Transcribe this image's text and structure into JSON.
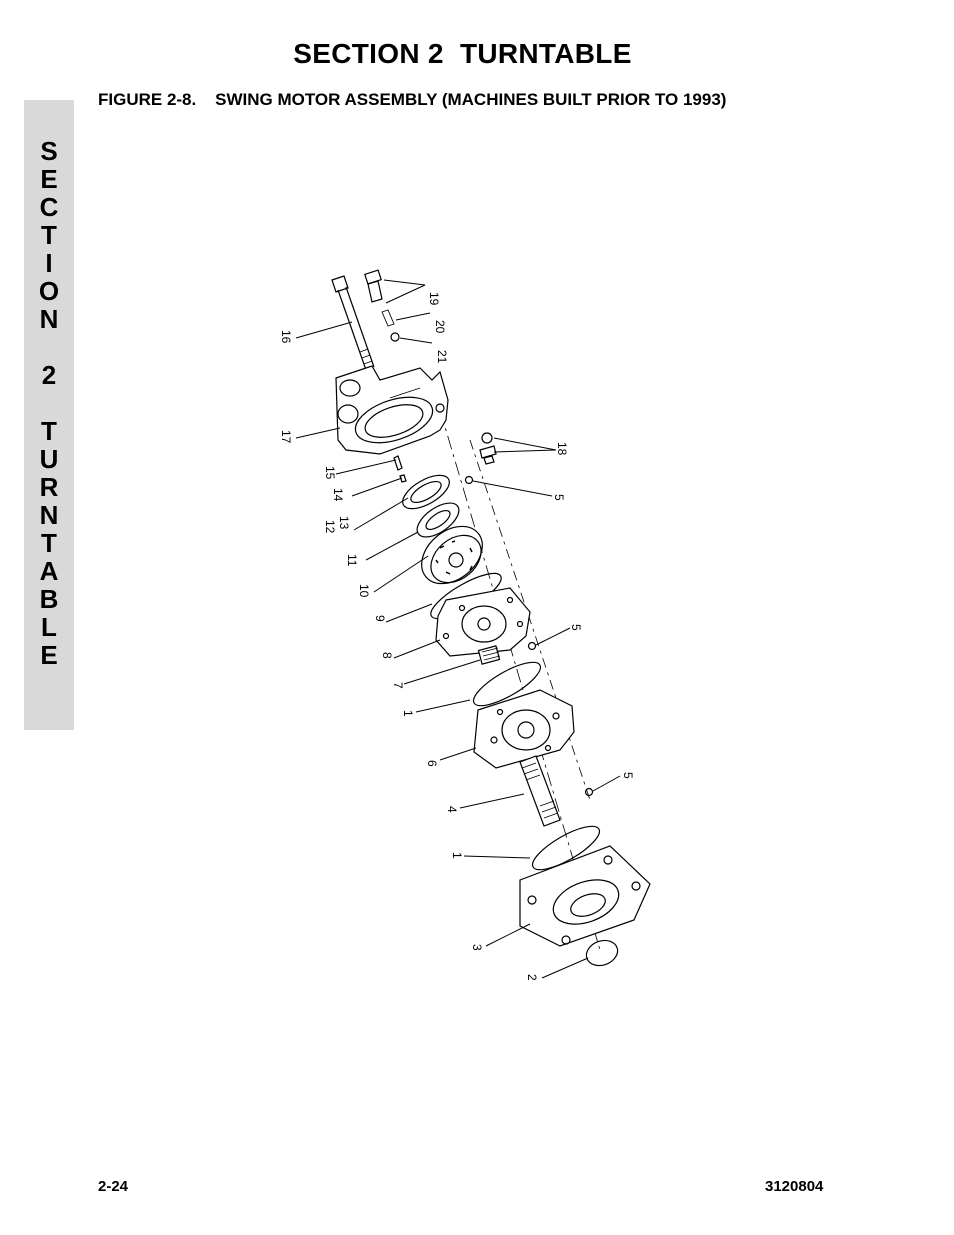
{
  "header": {
    "section_title": "SECTION 2  TURNTABLE",
    "figure_title": "FIGURE 2-8.    SWING MOTOR ASSEMBLY (MACHINES BUILT PRIOR TO 1993)"
  },
  "side_tab": {
    "letters": [
      "S",
      "E",
      "C",
      "T",
      "I",
      "O",
      "N",
      "",
      "2",
      "",
      "T",
      "U",
      "R",
      "N",
      "T",
      "A",
      "B",
      "L",
      "E"
    ]
  },
  "callouts": [
    "19",
    "20",
    "21",
    "16",
    "17",
    "18",
    "15",
    "14",
    "5",
    "12",
    "13",
    "11",
    "10",
    "9",
    "5",
    "8",
    "7",
    "1",
    "6",
    "5",
    "4",
    "1",
    "3",
    "2"
  ],
  "footer": {
    "page_number": "2-24",
    "doc_number": "3120804"
  }
}
